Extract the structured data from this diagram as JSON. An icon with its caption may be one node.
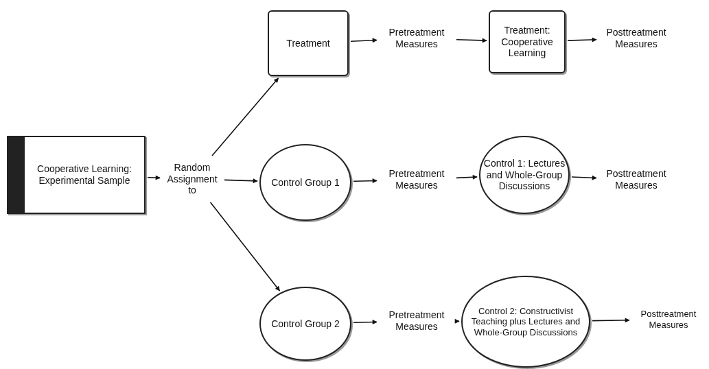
{
  "diagram": {
    "nodes": [
      {
        "text": [
          "Cooperative Learning: Experimental Sample"
        ]
      },
      {
        "text": [
          "Random Assignment to"
        ]
      },
      {
        "text": [
          "Treatment"
        ]
      },
      {
        "text": [
          "Pretreatment Measures"
        ]
      },
      {
        "text": [
          "Treatment: Cooperative Learning"
        ]
      },
      {
        "text": [
          "Posttreatment Measures"
        ]
      },
      {
        "text": [
          "Control Group 1"
        ]
      },
      {
        "text": [
          "Pretreatment Measures"
        ]
      },
      {
        "text": [
          "Control 1: Lectures and Whole-Group Discussions"
        ]
      },
      {
        "text": [
          "Posttreatment Measures"
        ]
      },
      {
        "text": [
          "Control Group 2"
        ]
      },
      {
        "text": [
          "Pretreatment Measures"
        ]
      },
      {
        "text": [
          "Control 2: Constructivist Teaching plus Lectures and Whole-Group Discussions"
        ]
      },
      {
        "text": [
          "Posttreatment Measures"
        ]
      }
    ],
    "edges": [
      {
        "from": 0,
        "to": 1,
        "arrow": "to"
      },
      {
        "from": 1,
        "to": 2,
        "arrow": "to"
      },
      {
        "from": 1,
        "to": 6,
        "arrow": "to"
      },
      {
        "from": 1,
        "to": 10,
        "arrow": "to"
      },
      {
        "from": 2,
        "to": 3,
        "arrow": "to"
      },
      {
        "from": 3,
        "to": 4,
        "arrow": "to"
      },
      {
        "from": 4,
        "to": 5,
        "arrow": "to"
      },
      {
        "from": 6,
        "to": 7,
        "arrow": "to"
      },
      {
        "from": 7,
        "to": 8,
        "arrow": "to"
      },
      {
        "from": 8,
        "to": 9,
        "arrow": "to"
      },
      {
        "from": 10,
        "to": 11,
        "arrow": "to"
      },
      {
        "from": 11,
        "to": 12,
        "arrow": "to"
      },
      {
        "from": 12,
        "to": 13,
        "arrow": "to"
      }
    ]
  }
}
